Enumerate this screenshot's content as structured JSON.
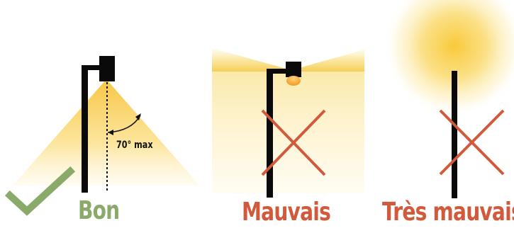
{
  "labels": {
    "good": "Bon",
    "bad": "Mauvais",
    "very_bad": "Très mauvais"
  },
  "angle_annotation": "70° max",
  "icons": {
    "good_mark": "check-icon",
    "bad_mark": "cross-icon",
    "very_bad_mark": "cross-icon"
  },
  "colors": {
    "good": "#8aaa6a",
    "bad": "#d25a3c",
    "light": "#f5c842",
    "pole": "#0a0a0a"
  }
}
